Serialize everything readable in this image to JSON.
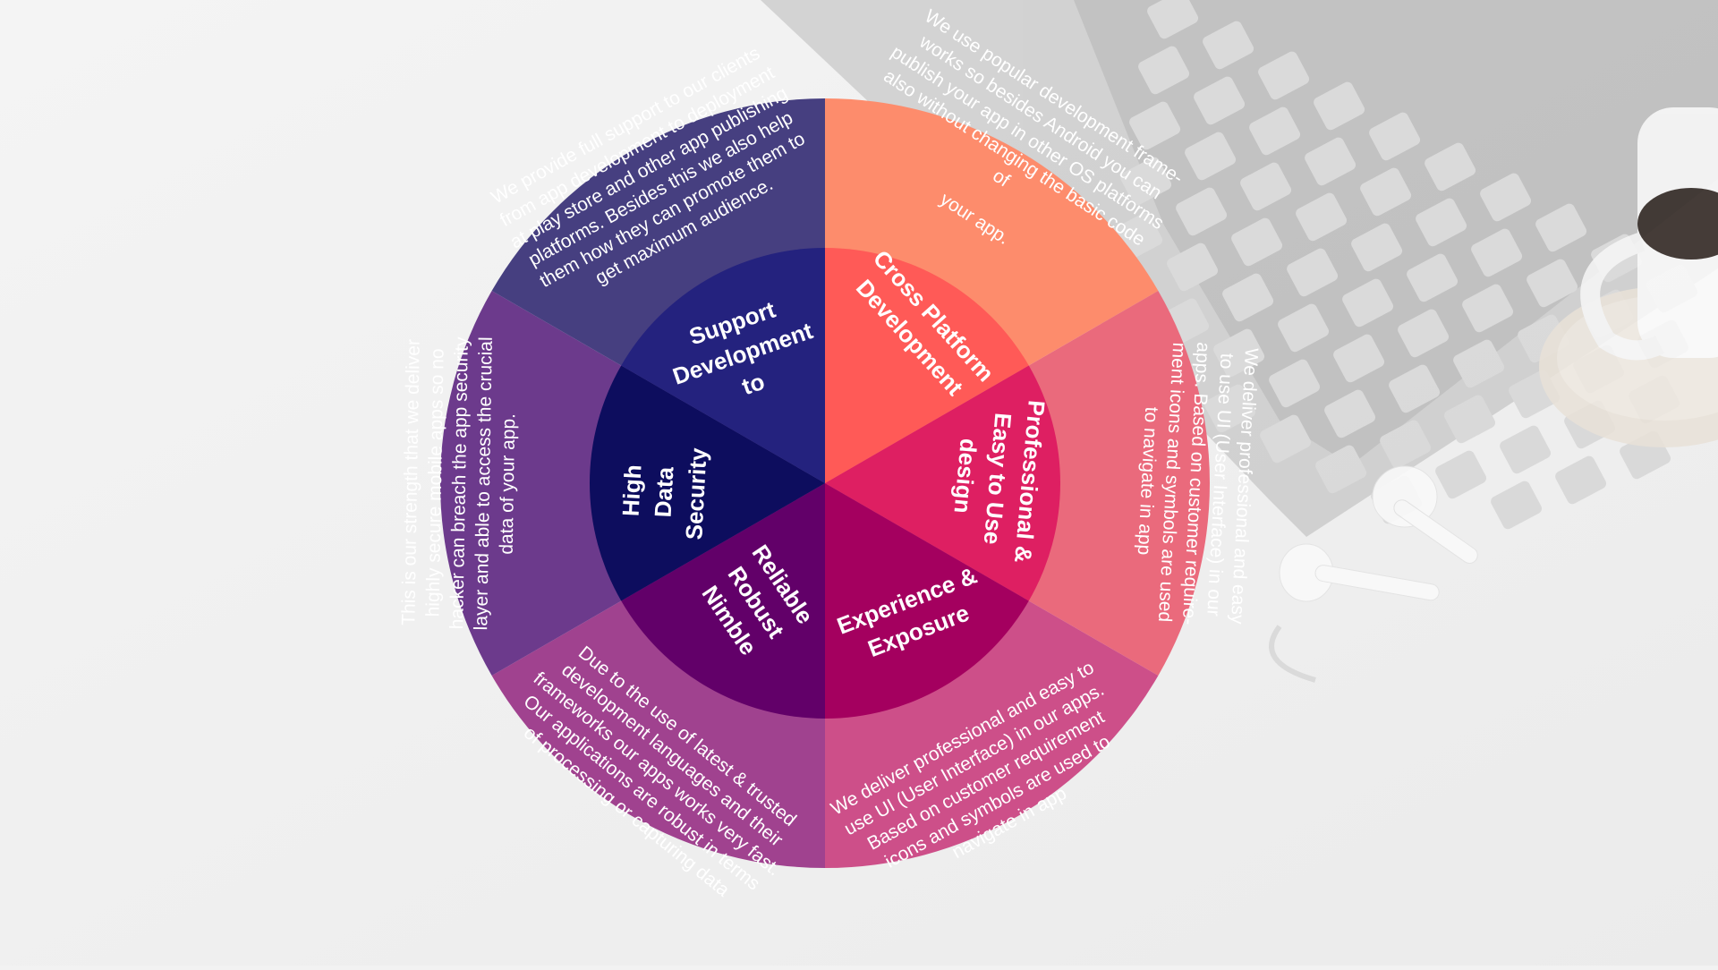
{
  "background": {
    "objects": [
      "laptop-keyboard-icon",
      "coffee-cup-icon",
      "earbuds-icon"
    ]
  },
  "wheel": {
    "segments": [
      {
        "id": "top-right",
        "title_lines": [
          "Cross Platform",
          "Development"
        ],
        "description_lines": [
          "We use popular development frame-",
          "works so besides Android you can",
          "publish your app in other OS platforms",
          "also without changing the basic code",
          "of",
          "",
          "your app."
        ],
        "outer_color": "#fd8c6c",
        "inner_color": "#ff5a57"
      },
      {
        "id": "right",
        "title_lines": [
          "Professional &",
          "Easy to Use",
          "design"
        ],
        "description_lines": [
          "We deliver professional and easy",
          "to use UI (User Interface) in our",
          "apps. Based on customer require-",
          "ment icons and symbols are used",
          "to navigate in app"
        ],
        "outer_color": "#ea6a7c",
        "inner_color": "#de1f62"
      },
      {
        "id": "bottom-right",
        "title_lines": [
          "Experience &",
          "Exposure"
        ],
        "description_lines": [
          "We deliver professional and easy to",
          "use UI (User Interface) in our apps.",
          "Based on customer requirement",
          "icons and symbols are used to",
          "navigate in app"
        ],
        "outer_color": "#cd4f89",
        "inner_color": "#a4005f"
      },
      {
        "id": "bottom-left",
        "title_lines": [
          "Reliable",
          "Robust",
          "Nimble"
        ],
        "description_lines": [
          "Due to the use of latest & trusted",
          "development languages and their",
          "frameworks our apps works very fast.",
          "Our applications are robust in terms",
          "of processing or capturing data"
        ],
        "outer_color": "#a0428f",
        "inner_color": "#620069"
      },
      {
        "id": "left",
        "title_lines": [
          "High",
          "Data",
          "Security"
        ],
        "description_lines": [
          "This is our strength that we deliver",
          "highly secure mobile apps so no",
          "hacker can breach the app security",
          "layer and able to access the crucial",
          "data of your app."
        ],
        "outer_color": "#6c3a8c",
        "inner_color": "#0d0d5e"
      },
      {
        "id": "top-left",
        "title_lines": [
          "Support",
          "Development",
          "to"
        ],
        "description_lines": [
          "We provide full support to our clients",
          "from app development to deployment",
          "at play store and other app publishing",
          "platforms. Besides this we also help",
          "them how they can promote them to",
          "get maximum audience."
        ],
        "outer_color": "#463f80",
        "inner_color": "#24227e"
      }
    ]
  }
}
